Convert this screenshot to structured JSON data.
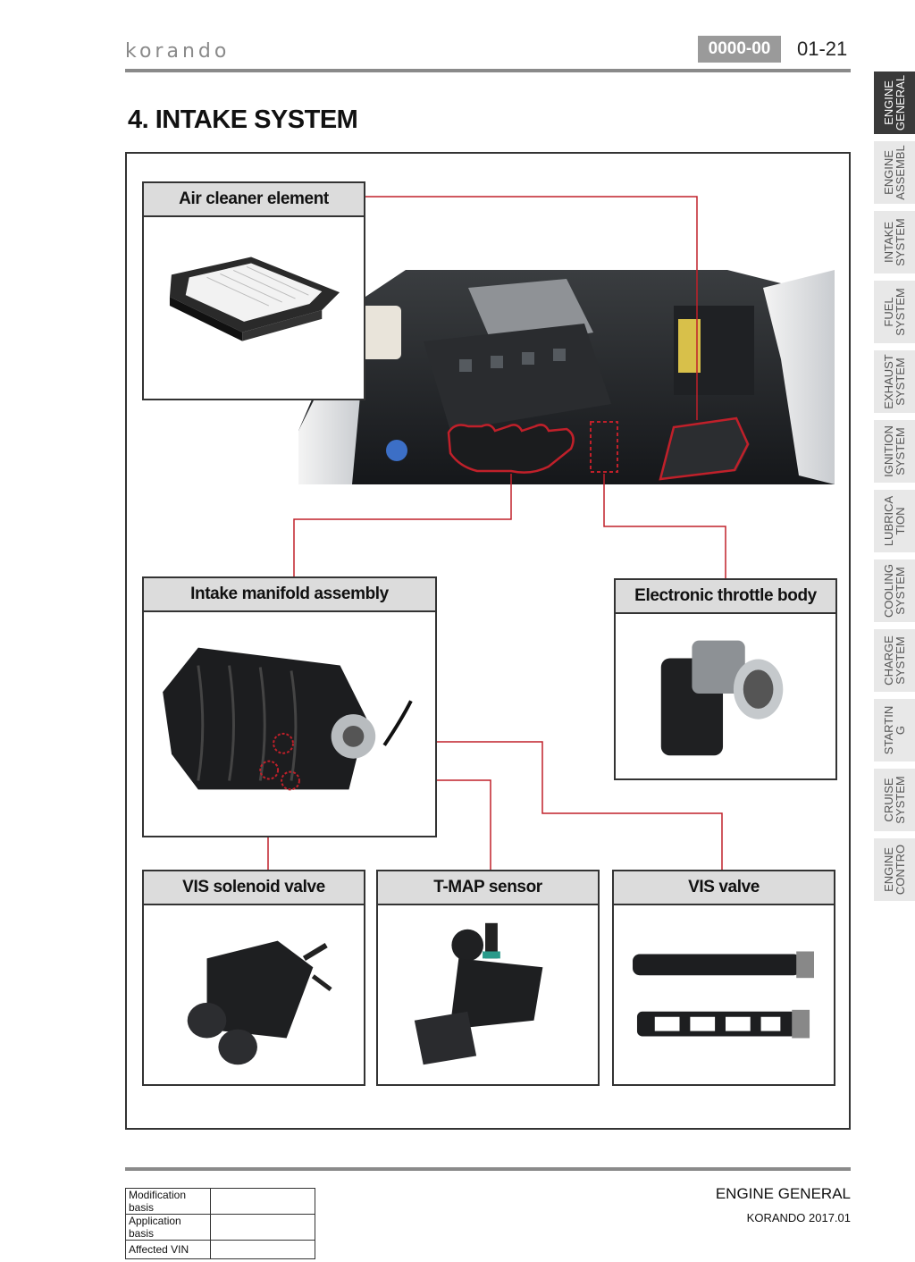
{
  "header": {
    "brand": "korando",
    "doc_code": "0000-00",
    "page_number": "01-21"
  },
  "page_title": "4. INTAKE SYSTEM",
  "side_tabs": [
    {
      "label": "ENGINE\nGENERAL",
      "active": true
    },
    {
      "label": "ENGINE\nASSEMBL",
      "active": false
    },
    {
      "label": "INTAKE\nSYSTEM",
      "active": false
    },
    {
      "label": "FUEL\nSYSTEM",
      "active": false
    },
    {
      "label": "EXHAUST\nSYSTEM",
      "active": false
    },
    {
      "label": "IGNITION\nSYSTEM",
      "active": false
    },
    {
      "label": "LUBRICA\nTION",
      "active": false
    },
    {
      "label": "COOLING\nSYSTEM",
      "active": false
    },
    {
      "label": "CHARGE\nSYSTEM",
      "active": false
    },
    {
      "label": "STARTIN\nG",
      "active": false
    },
    {
      "label": "CRUISE\nSYSTEM",
      "active": false
    },
    {
      "label": "ENGINE\nCONTRO",
      "active": false
    }
  ],
  "components": {
    "air_cleaner": "Air cleaner element",
    "intake_manifold": "Intake manifold assembly",
    "throttle_body": "Electronic throttle body",
    "vis_solenoid": "VIS solenoid valve",
    "tmap_sensor": "T-MAP sensor",
    "vis_valve": "VIS valve"
  },
  "colors": {
    "leader_line": "#c0202a",
    "header_gray": "#dcdcdc",
    "active_tab": "#3a3a3a"
  },
  "footer": {
    "table": [
      {
        "label": "Modification basis",
        "value": ""
      },
      {
        "label": "Application basis",
        "value": ""
      },
      {
        "label": "Affected VIN",
        "value": ""
      }
    ],
    "section_name": "ENGINE GENERAL",
    "model_date": "KORANDO 2017.01"
  }
}
